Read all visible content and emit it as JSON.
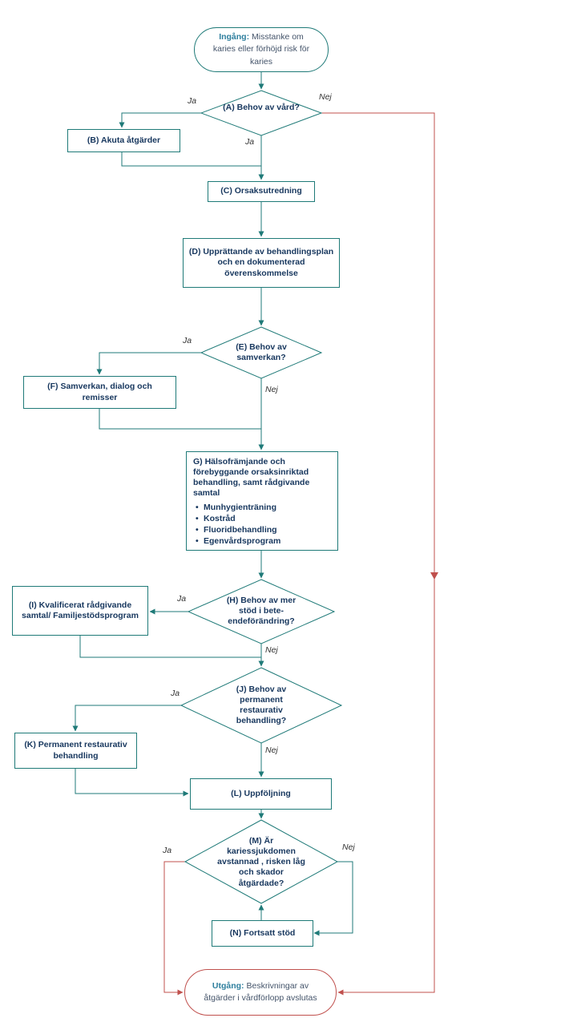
{
  "nodes": {
    "start": {
      "prefix": "Ingång:",
      "text": "Misstanke om karies eller förhöjd risk för karies"
    },
    "a": {
      "label": "(A) Behov av vård?"
    },
    "b": {
      "label": "(B) Akuta åtgärder"
    },
    "c": {
      "label": "(C) Orsaksutredning"
    },
    "d": {
      "label": "(D) Upprättande av behandlingsplan och en dokumenterad överenskommelse"
    },
    "e": {
      "label": "(E) Behov av samverkan?"
    },
    "f": {
      "label": "(F) Samverkan, dialog och remisser"
    },
    "g": {
      "title": "G) Hälsofrämjande och förebyggande orsaksinriktad behandling, samt rådgivande samtal",
      "items": [
        "Munhygienträning",
        "Kostråd",
        "Fluoridbehandling",
        "Egenvårdsprogram"
      ]
    },
    "h": {
      "label": "(H) Behov av mer stöd i bete-endeförändring?"
    },
    "i": {
      "label": "(I) Kvalificerat rådgivande samtal/ Familjestödsprogram"
    },
    "j": {
      "label": "(J) Behov av permanent restaurativ behandling?"
    },
    "k": {
      "label": "(K) Permanent restaurativ behandling"
    },
    "l": {
      "label": "(L) Uppföljning"
    },
    "m": {
      "label": "(M) Är kariessjukdomen avstannad , risken låg och skador åtgärdade?"
    },
    "n": {
      "label": "(N) Fortsatt stöd"
    },
    "end": {
      "prefix": "Utgång:",
      "text": "Beskrivningar av åtgärder i vårdförlopp avslutas"
    }
  },
  "edge_labels": {
    "a_yes": "Ja",
    "a_no": "Nej",
    "a_proceed": "Ja",
    "e_yes": "Ja",
    "e_no": "Nej",
    "h_yes": "Ja",
    "h_no": "Nej",
    "j_yes": "Ja",
    "j_no": "Nej",
    "m_yes": "Ja",
    "m_no": "Nej"
  },
  "colors": {
    "teal": "#1f7a78",
    "red": "#c0504d",
    "node_text": "#17375e",
    "stadium_text": "#44546a",
    "prefix_accent": "#2e7f9e"
  }
}
